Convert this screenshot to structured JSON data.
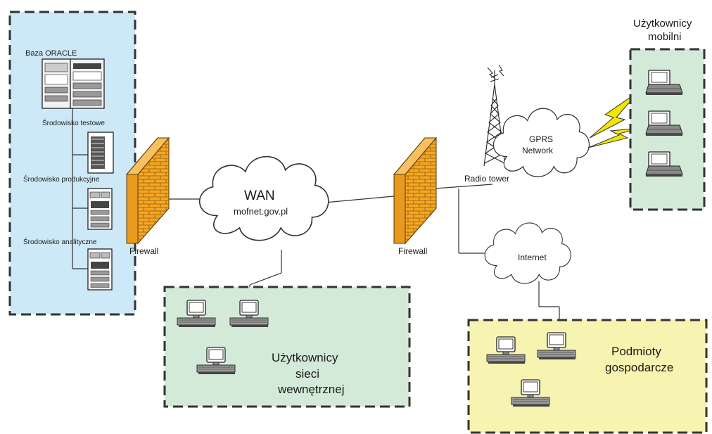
{
  "zones": {
    "datacenter": {
      "db_label": "Baza ORACLE",
      "env_test": "Środowisko testowe",
      "env_prod": "Środowisko produkcyjne",
      "env_analytic": "Środowisko analityczne"
    },
    "internal_users": {
      "line1": "Użytkownicy",
      "line2": "sieci",
      "line3": "wewnętrznej"
    },
    "mobile_users": {
      "line1": "Użytkownicy",
      "line2": "mobilni"
    },
    "business": {
      "line1": "Podmioty",
      "line2": "gospodarcze"
    }
  },
  "network": {
    "firewall_left": "Firewall",
    "firewall_right": "Firewall",
    "wan_title": "WAN",
    "wan_domain": "mofnet.gov.pl",
    "gprs_line1": "GPRS",
    "gprs_line2": "Network",
    "radio_tower": "Radio tower",
    "internet": "Internet"
  },
  "colors": {
    "datacenter_fill": "#cde9f7",
    "users_fill": "#d3ead8",
    "business_fill": "#f7f3b0",
    "firewall_brick": "#f5a623",
    "lightning": "#f2e600"
  },
  "icons": [
    "server-icon",
    "desktop-computer-icon",
    "laptop-icon",
    "firewall-icon",
    "cloud-icon",
    "radio-tower-icon",
    "lightning-icon"
  ]
}
